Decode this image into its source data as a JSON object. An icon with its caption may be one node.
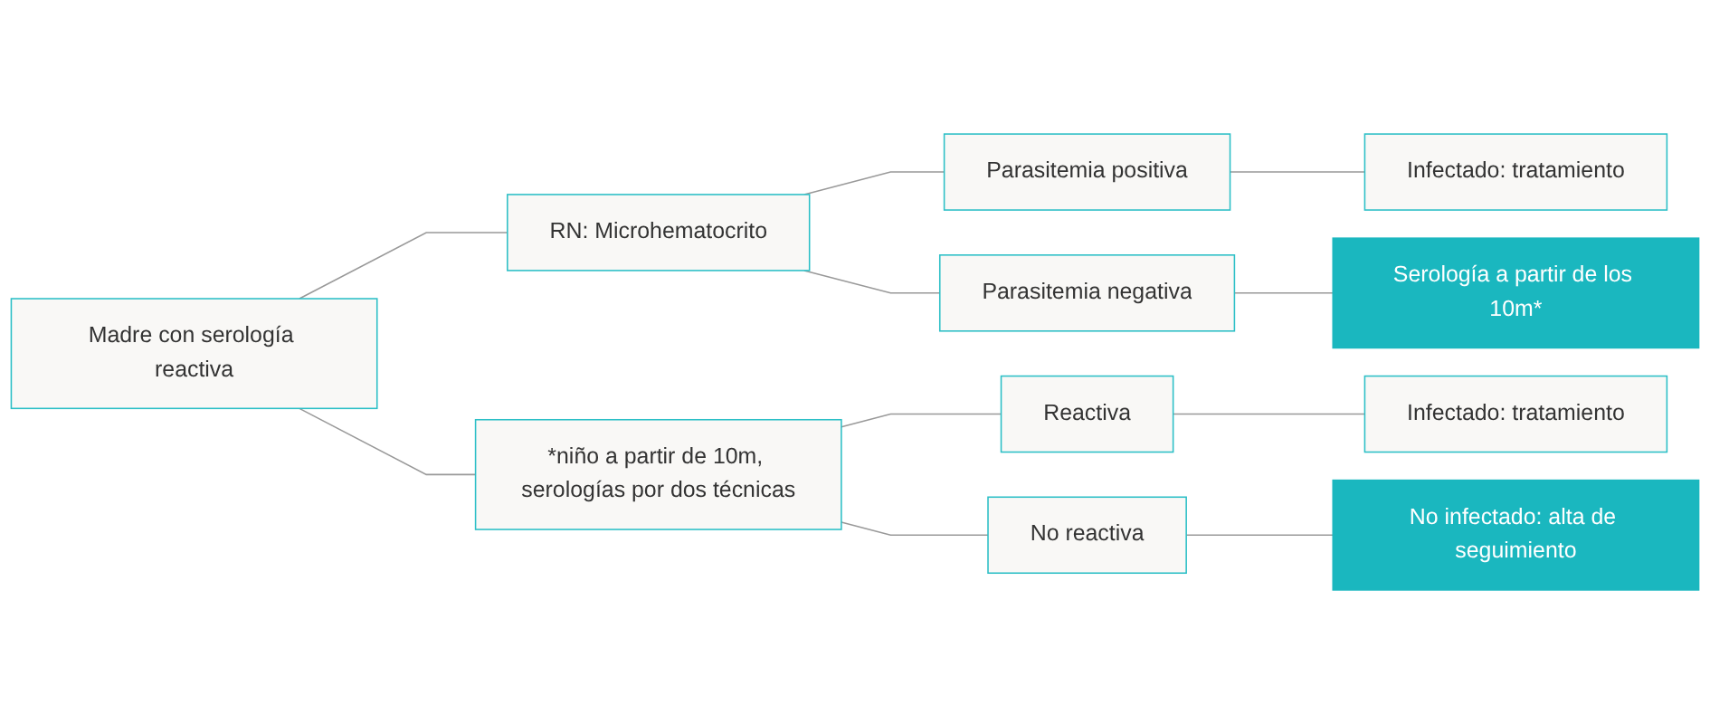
{
  "diagram": {
    "nodes": [
      {
        "text": [
          "Madre con serología reactiva"
        ]
      },
      {
        "text": [
          "RN: Microhematocrito"
        ]
      },
      {
        "text": [
          "*niño a partir de 10m, serologías por dos técnicas"
        ]
      },
      {
        "text": [
          "Parasitemia positiva"
        ]
      },
      {
        "text": [
          "Parasitemia negativa"
        ]
      },
      {
        "text": [
          "Reactiva"
        ]
      },
      {
        "text": [
          "No reactiva"
        ]
      },
      {
        "text": [
          "Infectado: tratamiento"
        ]
      },
      {
        "text": [
          "Serología a partir de los 10m*"
        ]
      },
      {
        "text": [
          "Infectado: tratamiento"
        ]
      },
      {
        "text": [
          "No infectado: alta de seguimiento"
        ]
      }
    ],
    "edges": [
      {
        "from": 0,
        "to": 1,
        "arrow": "none"
      },
      {
        "from": 0,
        "to": 2,
        "arrow": "none"
      },
      {
        "from": 1,
        "to": 3,
        "arrow": "none"
      },
      {
        "from": 1,
        "to": 4,
        "arrow": "none"
      },
      {
        "from": 2,
        "to": 5,
        "arrow": "none"
      },
      {
        "from": 2,
        "to": 6,
        "arrow": "none"
      },
      {
        "from": 3,
        "to": 7,
        "arrow": "none"
      },
      {
        "from": 4,
        "to": 8,
        "arrow": "none"
      },
      {
        "from": 5,
        "to": 9,
        "arrow": "none"
      },
      {
        "from": 6,
        "to": 10,
        "arrow": "none"
      }
    ]
  }
}
